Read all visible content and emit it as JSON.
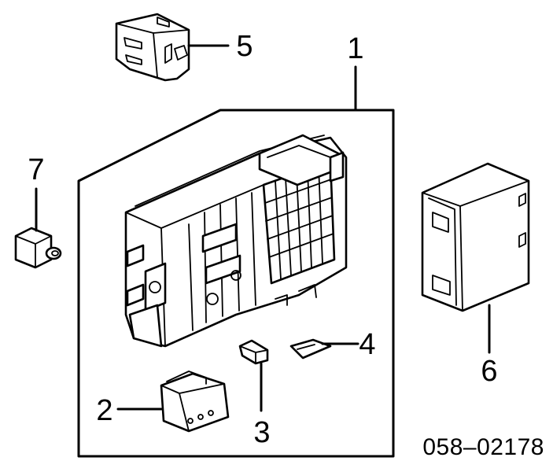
{
  "diagram": {
    "callouts": {
      "c1": "1",
      "c2": "2",
      "c3": "3",
      "c4": "4",
      "c5": "5",
      "c6": "6",
      "c7": "7"
    },
    "diagram_code": "058–02178",
    "colors": {
      "ink": "#000000",
      "paper": "#ffffff"
    }
  }
}
